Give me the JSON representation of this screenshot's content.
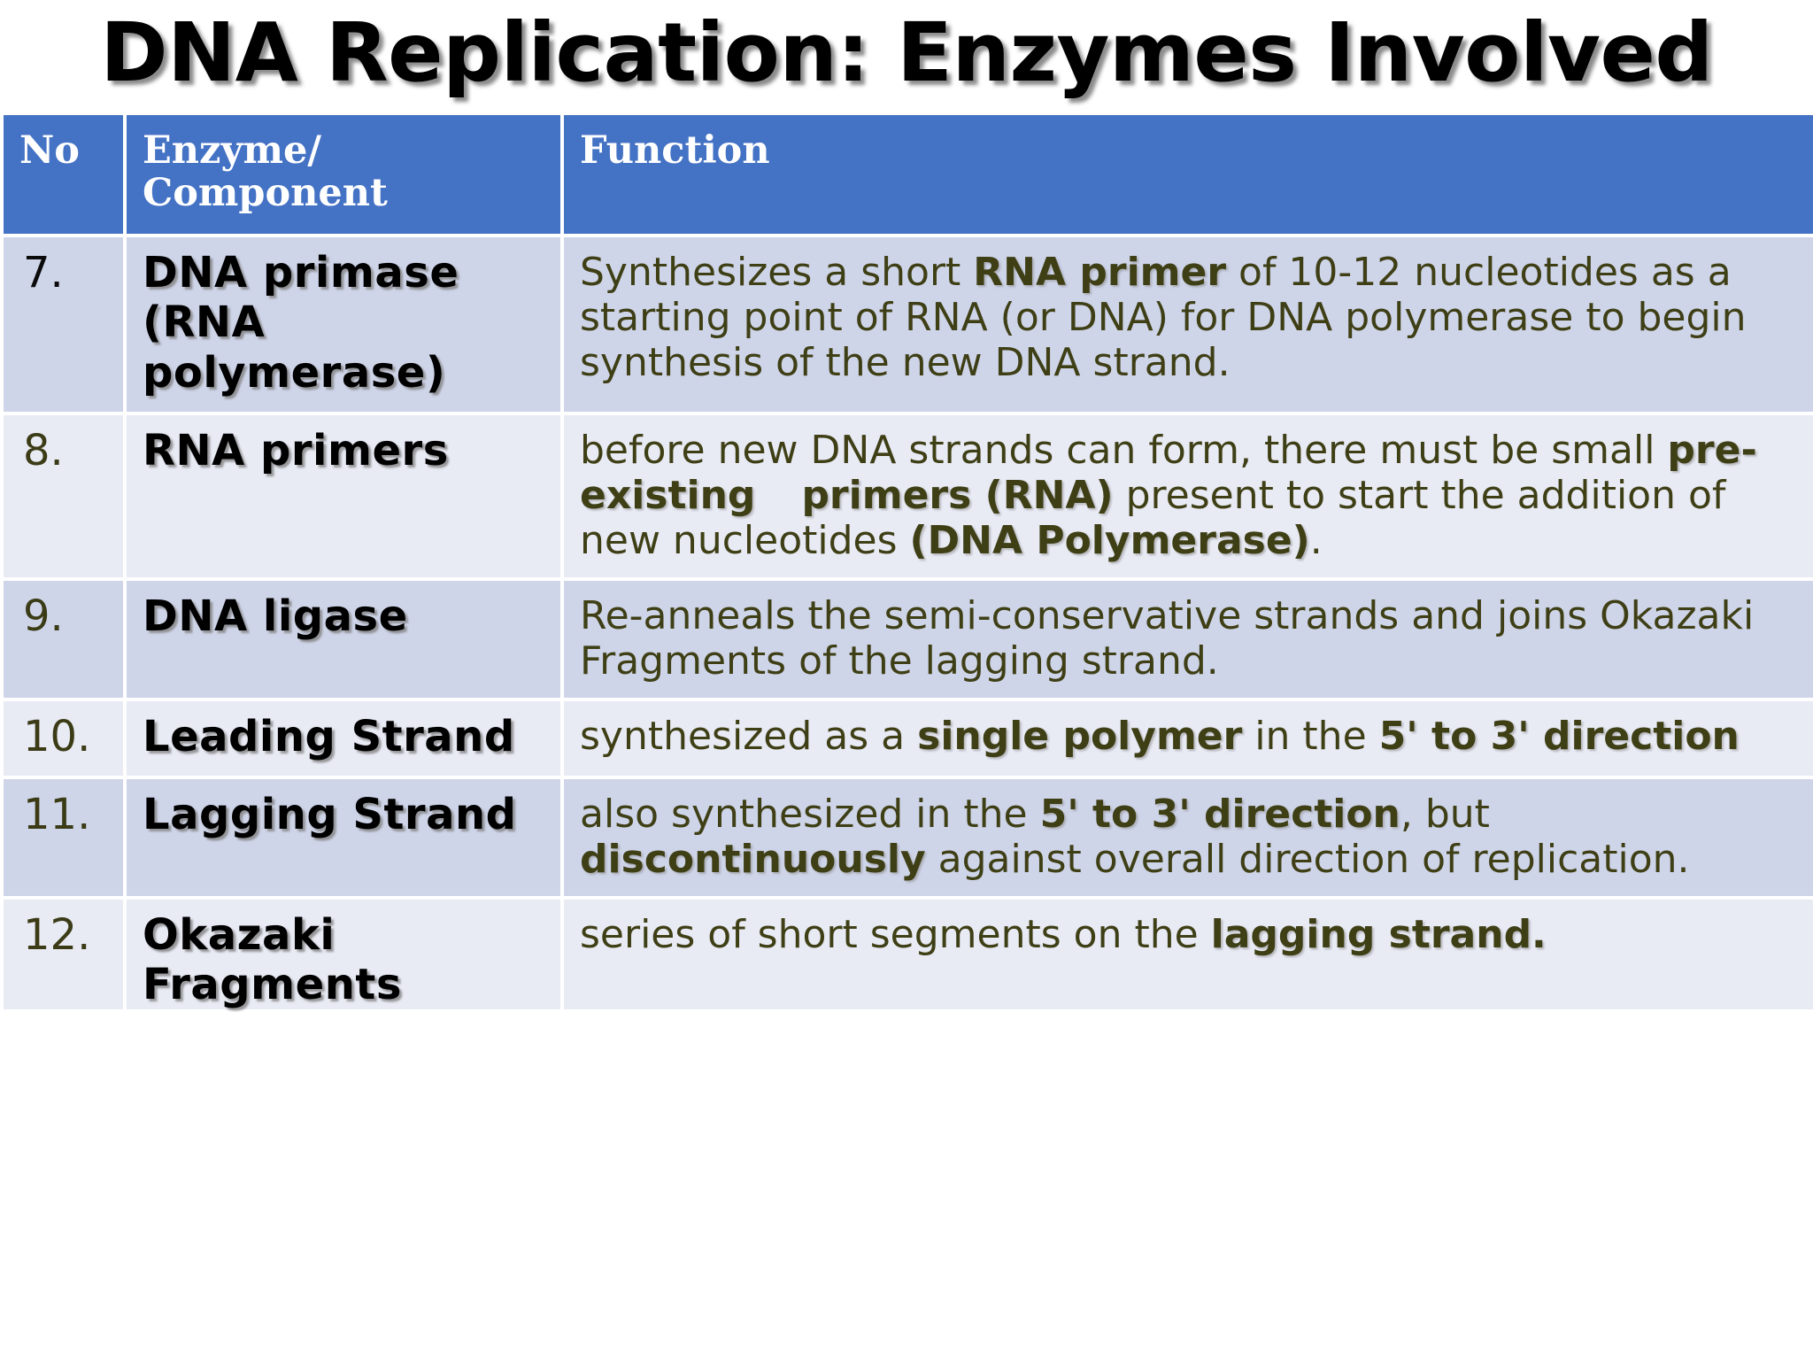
{
  "title": "DNA Replication: Enzymes Involved",
  "colors": {
    "header_blue": "#4472C4",
    "row_dark": "#CFD5E9",
    "row_light": "#E8EAF4",
    "function_text": "#3F3F16",
    "enzyme_text": "#000000",
    "header_text": "#FFFFFF"
  },
  "table": {
    "headers": {
      "no": "No",
      "enzyme_line1": "Enzyme/",
      "enzyme_line2": "Component",
      "function": "Function"
    },
    "rows": [
      {
        "no": "7.",
        "enzyme": "DNA primase (RNA polymerase)",
        "enzyme_line1": "DNA primase",
        "enzyme_line2": "(RNA",
        "enzyme_line3": "polymerase)",
        "function_plain": "Synthesizes a short RNA primer of 10-12 nucleotides as a starting point of RNA (or DNA) for DNA polymerase to begin synthesis of the new DNA strand.",
        "function_parts": [
          {
            "t": "Synthesizes a short ",
            "b": false
          },
          {
            "t": "RNA primer",
            "b": true
          },
          {
            "t": " of 10-12 nucleotides as a starting point of RNA (or DNA) for DNA polymerase to begin synthesis of the new DNA strand.",
            "b": false
          }
        ]
      },
      {
        "no": "8.",
        "enzyme": "RNA primers",
        "function_plain": "before new DNA strands can form, there must be small pre-existing primers (RNA) present to start the addition of new nucleotides (DNA Polymerase).",
        "function_parts": [
          {
            "t": "before new DNA strands can form, there must be small ",
            "b": false
          },
          {
            "t": "pre-existing",
            "b": true
          },
          {
            "t": "GAP",
            "b": false
          },
          {
            "t": "primers (RNA)",
            "b": true
          },
          {
            "t": " present to start the addition of new nucleotides ",
            "b": false
          },
          {
            "t": "(DNA Polymerase)",
            "b": true
          },
          {
            "t": ".",
            "b": false
          }
        ]
      },
      {
        "no": "9.",
        "enzyme": "DNA ligase",
        "function_plain": "Re-anneals the semi-conservative strands and joins Okazaki Fragments of the lagging strand.",
        "function_parts": [
          {
            "t": "Re-anneals the semi-conservative strands and joins Okazaki Fragments of the lagging strand.",
            "b": false
          }
        ]
      },
      {
        "no": "10.",
        "enzyme": "Leading Strand",
        "function_plain": "synthesized as a single polymer in the 5' to 3' direction",
        "function_parts": [
          {
            "t": "synthesized as a ",
            "b": false
          },
          {
            "t": "single polymer",
            "b": true
          },
          {
            "t": " in the ",
            "b": false
          },
          {
            "t": "5' to 3' direction",
            "b": true
          }
        ]
      },
      {
        "no": "11.",
        "enzyme": "Lagging Strand",
        "function_plain": "also synthesized in the 5' to 3' direction, but discontinuously against overall direction of replication.",
        "function_parts": [
          {
            "t": "also synthesized in the ",
            "b": false
          },
          {
            "t": "5' to 3' direction",
            "b": true
          },
          {
            "t": ", but ",
            "b": false
          },
          {
            "t": "discontinuously",
            "b": true
          },
          {
            "t": " against overall direction of replication.",
            "b": false
          }
        ]
      },
      {
        "no": "12.",
        "enzyme": "Okazaki Fragments",
        "enzyme_line1": "Okazaki",
        "enzyme_line2": "Fragments",
        "function_plain": "series of short segments on the lagging strand.",
        "function_parts": [
          {
            "t": "series of short segments on the ",
            "b": false
          },
          {
            "t": "lagging strand.",
            "b": true
          }
        ]
      }
    ]
  }
}
